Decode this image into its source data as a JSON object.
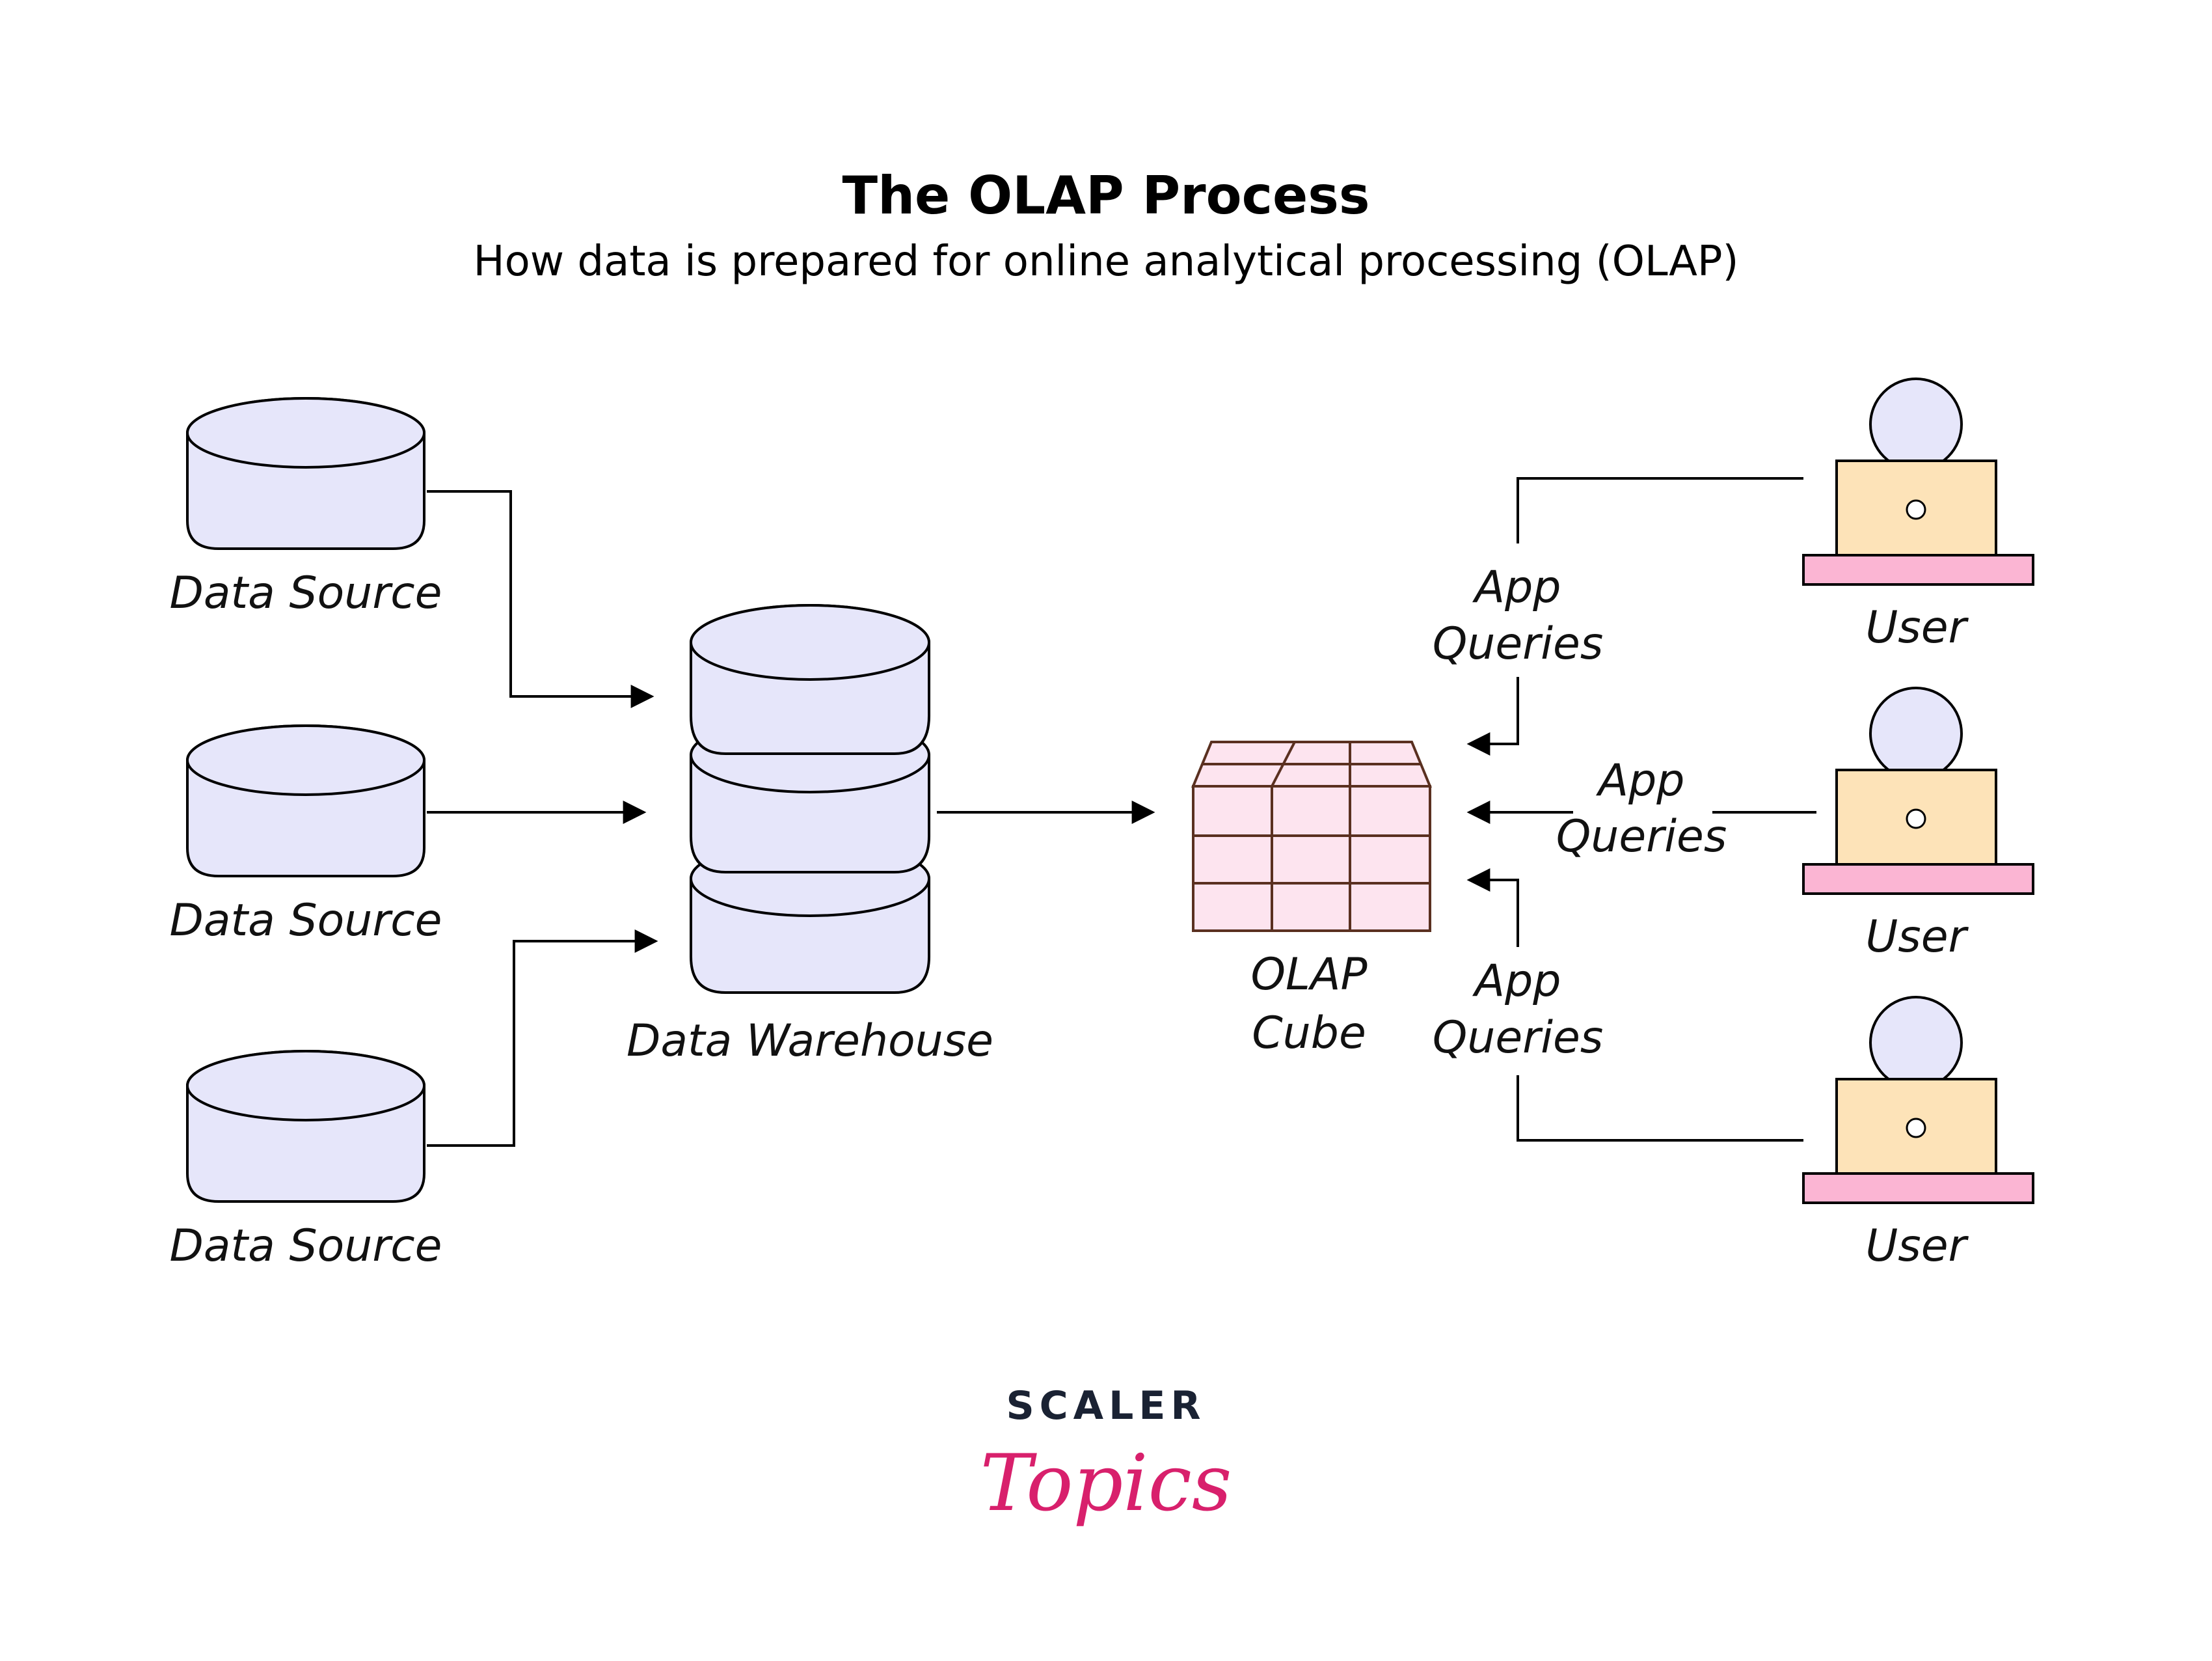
{
  "title": "The OLAP Process",
  "subtitle": "How data is prepared for online analytical processing (OLAP)",
  "sources": [
    {
      "label": "Data Source"
    },
    {
      "label": "Data Source"
    },
    {
      "label": "Data Source"
    }
  ],
  "warehouse": {
    "label": "Data Warehouse"
  },
  "cube": {
    "label_line1": "OLAP",
    "label_line2": "Cube"
  },
  "queries": [
    {
      "line1": "App",
      "line2": "Queries"
    },
    {
      "line1": "App",
      "line2": "Queries"
    },
    {
      "line1": "App",
      "line2": "Queries"
    }
  ],
  "users": [
    {
      "label": "User"
    },
    {
      "label": "User"
    },
    {
      "label": "User"
    }
  ],
  "brand": {
    "line1": "SCALER",
    "line2": "Topics"
  },
  "colors": {
    "database_fill": "#e6e6fa",
    "cube_fill": "#fde4ef",
    "screen_fill": "#fde3b8",
    "base_fill": "#fbb5d3",
    "brand_pink": "#d8206c"
  }
}
